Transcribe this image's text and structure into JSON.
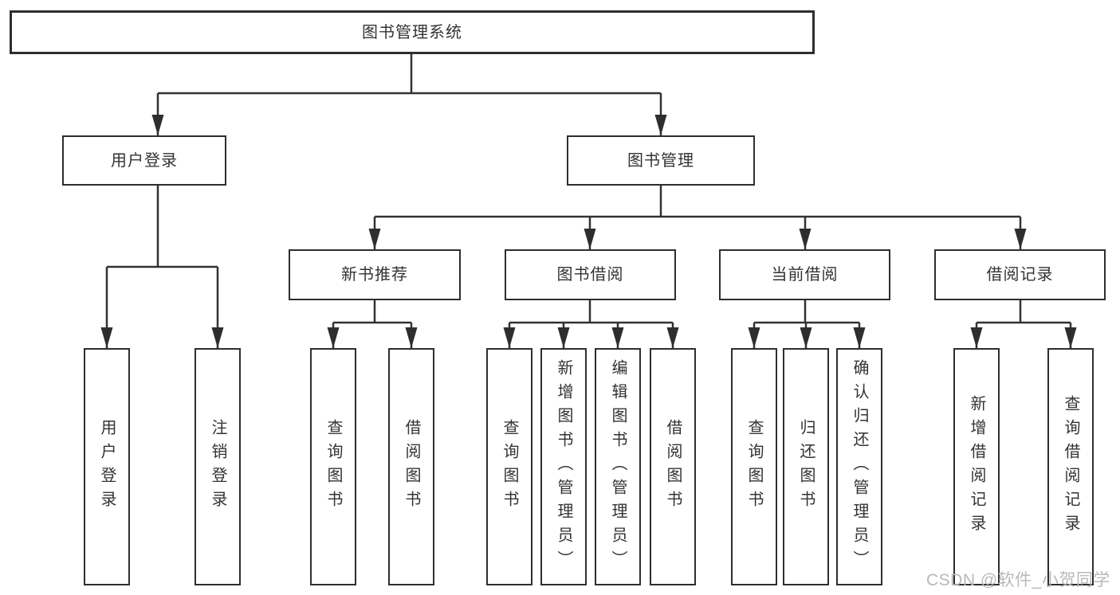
{
  "tree": {
    "root": {
      "label": "图书管理系统"
    },
    "children": [
      {
        "label": "用户登录",
        "children": [
          {
            "label": "用户登录"
          },
          {
            "label": "注销登录"
          }
        ]
      },
      {
        "label": "图书管理",
        "children": [
          {
            "label": "新书推荐",
            "children": [
              {
                "label": "查询图书"
              },
              {
                "label": "借阅图书"
              }
            ]
          },
          {
            "label": "图书借阅",
            "children": [
              {
                "label": "查询图书"
              },
              {
                "label": "新增图书（管理员）"
              },
              {
                "label": "编辑图书（管理员）"
              },
              {
                "label": "借阅图书"
              }
            ]
          },
          {
            "label": "当前借阅",
            "children": [
              {
                "label": "查询图书"
              },
              {
                "label": "归还图书"
              },
              {
                "label": "确认归还（管理员）"
              }
            ]
          },
          {
            "label": "借阅记录",
            "children": [
              {
                "label": "新增借阅记录"
              },
              {
                "label": "查询借阅记录"
              }
            ]
          }
        ]
      }
    ]
  },
  "watermark": {
    "text": "CSDN @软件_小贺同学"
  },
  "colors": {
    "line": "#323232",
    "border": "#2e2e2e",
    "text": "#333333",
    "watermark": "#b9b9b9"
  }
}
